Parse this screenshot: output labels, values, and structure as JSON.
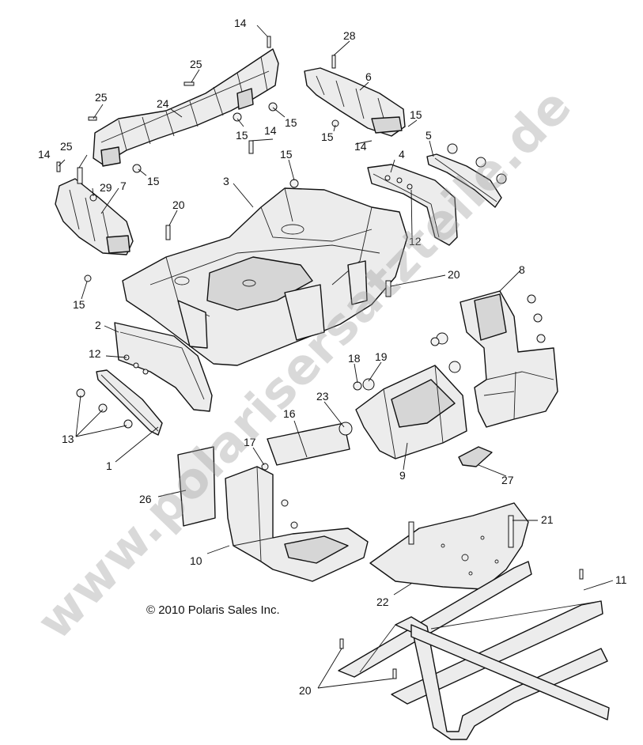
{
  "watermark": "www.polarisersatzteile.de",
  "copyright": "© 2010 Polaris Sales Inc.",
  "callouts": {
    "c14a": "14",
    "c28": "28",
    "c25a": "25",
    "c6": "6",
    "c25b": "25",
    "c24": "24",
    "c15a": "15",
    "c15b": "15",
    "c15c": "15",
    "c15d": "15",
    "c14b": "14",
    "c14c": "14",
    "c5": "5",
    "c25c": "25",
    "c14d": "14",
    "c15e": "15",
    "c29": "29",
    "c7": "7",
    "c3": "3",
    "c4": "4",
    "c20a": "20",
    "c12a": "12",
    "c15f": "15",
    "c20b": "20",
    "c8": "8",
    "c2": "2",
    "c12b": "12",
    "c18": "18",
    "c19": "19",
    "c23": "23",
    "c16": "16",
    "c13": "13",
    "c17": "17",
    "c1": "1",
    "c9": "9",
    "c27": "27",
    "c26": "26",
    "c21": "21",
    "c10": "10",
    "c11": "11",
    "c22": "22",
    "c20c": "20",
    "c15g": "15"
  }
}
